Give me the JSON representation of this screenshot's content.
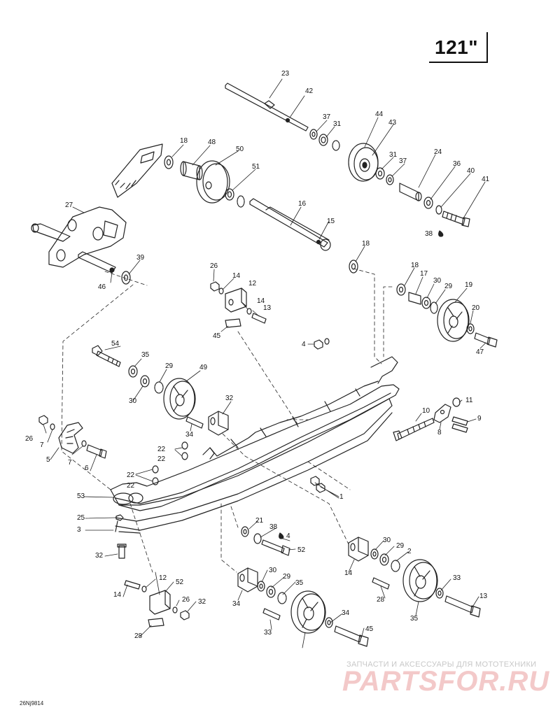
{
  "title": "121\"",
  "drawing_code": "26Nj9814",
  "watermark": {
    "line1": "ЗАПЧАСТИ И АКСЕССУАРЫ ДЛЯ МОТОТЕХНИКИ",
    "logo": "PARTSFOR.RU"
  },
  "callouts": [
    "23",
    "42",
    "37",
    "31",
    "44",
    "43",
    "18",
    "48",
    "50",
    "24",
    "31",
    "37",
    "36",
    "40",
    "41",
    "51",
    "16",
    "27",
    "15",
    "38",
    "39",
    "18",
    "46",
    "26",
    "14",
    "12",
    "18",
    "17",
    "30",
    "29",
    "19",
    "14",
    "13",
    "20",
    "45",
    "4",
    "47",
    "54",
    "35",
    "29",
    "49",
    "30",
    "32",
    "11",
    "10",
    "9",
    "8",
    "26",
    "7",
    "34",
    "22",
    "22",
    "5",
    "7",
    "6",
    "22",
    "22",
    "1",
    "53",
    "21",
    "38",
    "4",
    "25",
    "52",
    "30",
    "29",
    "2",
    "3",
    "32",
    "14",
    "12",
    "52",
    "30",
    "29",
    "35",
    "33",
    "13",
    "14",
    "26",
    "32",
    "34",
    "28",
    "35",
    "34",
    "33",
    "45",
    "28"
  ]
}
